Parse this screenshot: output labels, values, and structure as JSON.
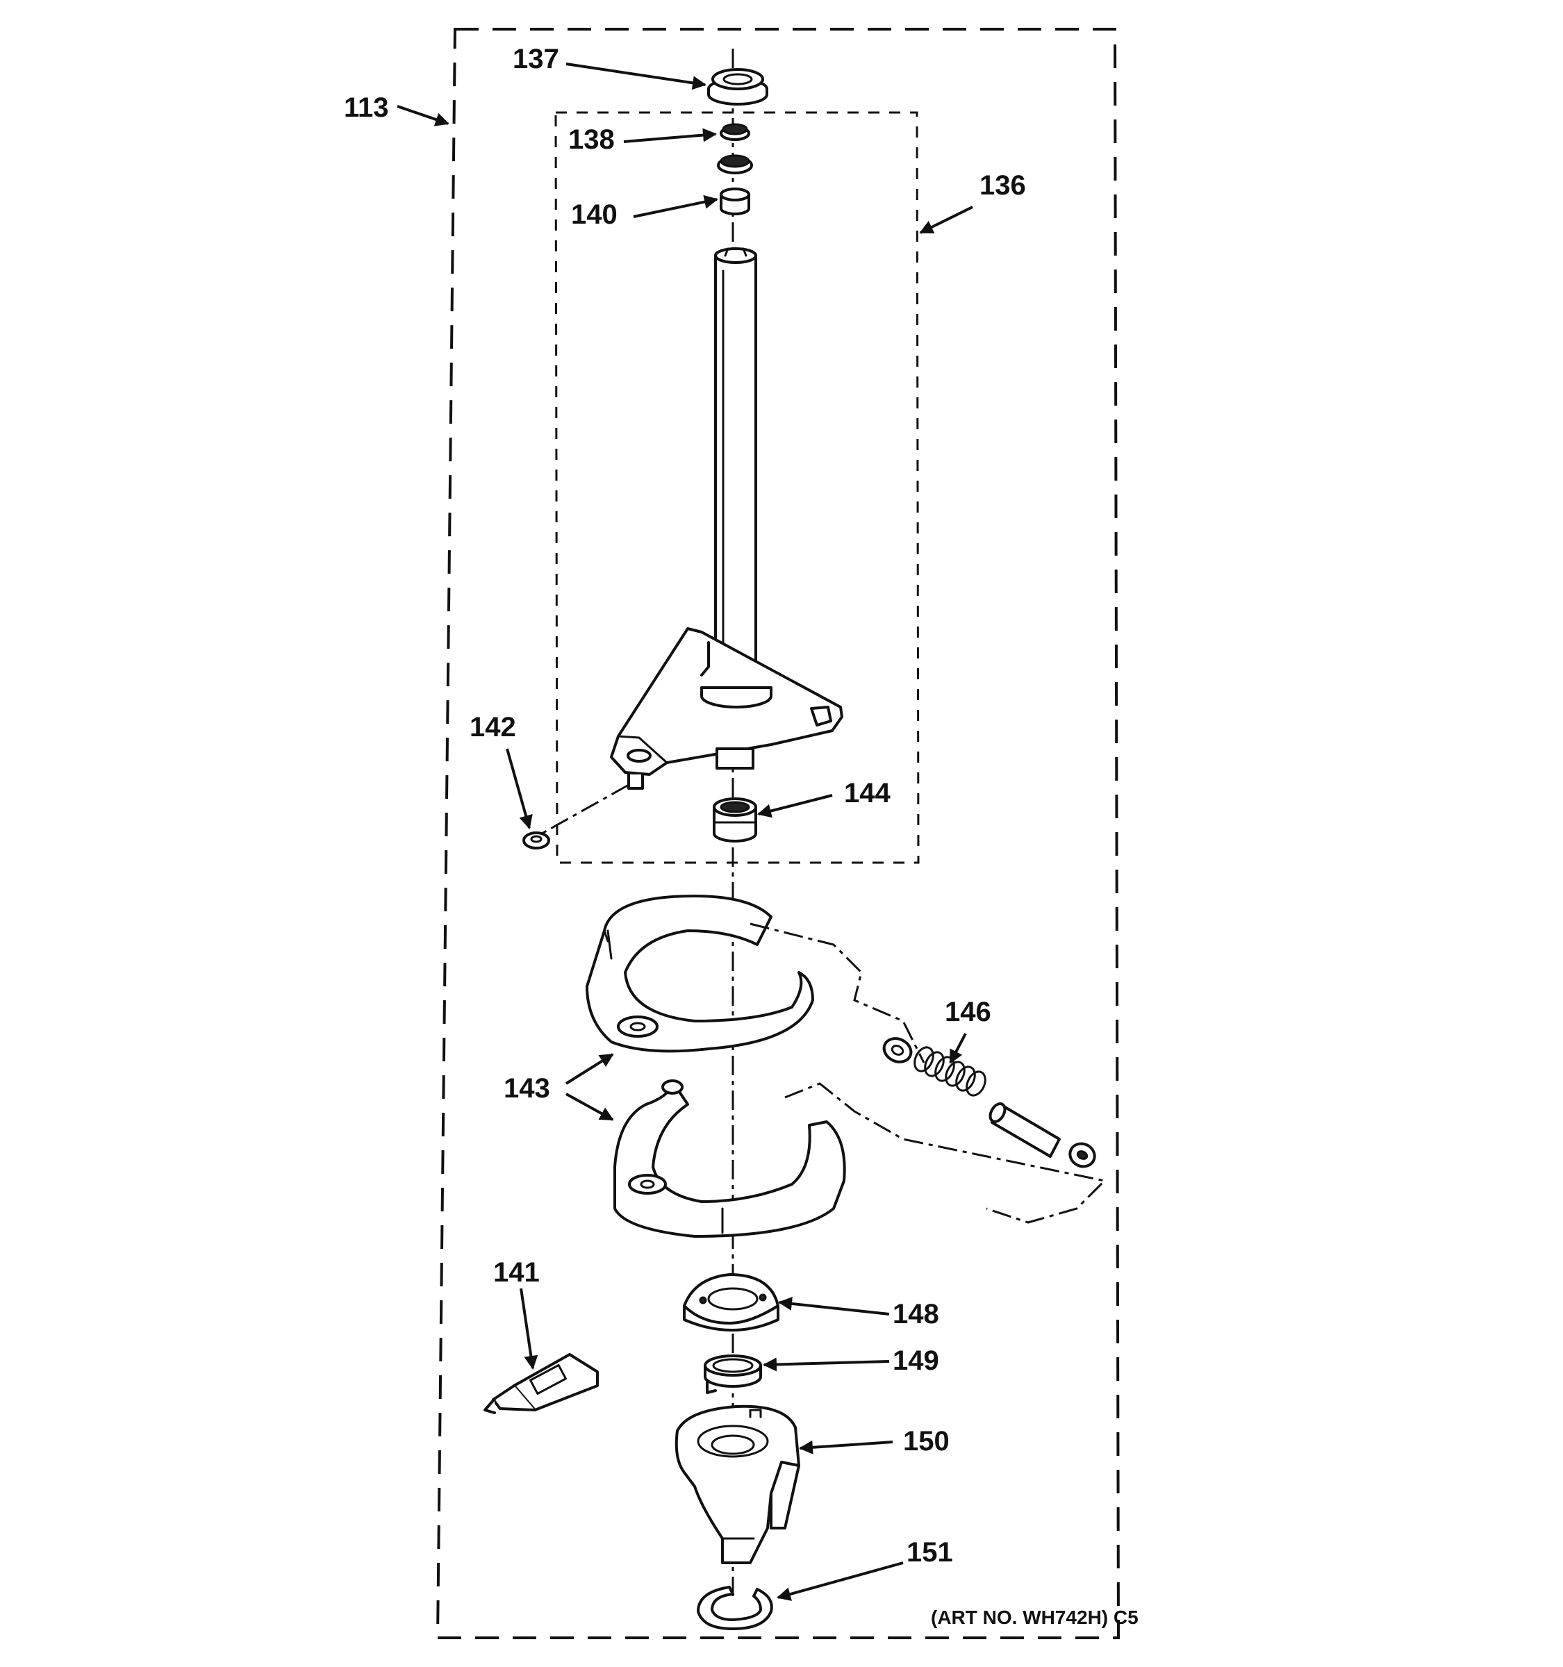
{
  "diagram": {
    "labels": {
      "l113": "113",
      "l136": "136",
      "l137": "137",
      "l138": "138",
      "l140": "140",
      "l141": "141",
      "l142": "142",
      "l143": "143",
      "l144": "144",
      "l146": "146",
      "l148": "148",
      "l149": "149",
      "l150": "150",
      "l151": "151"
    },
    "art_number": "(ART NO. WH742H) C5"
  }
}
